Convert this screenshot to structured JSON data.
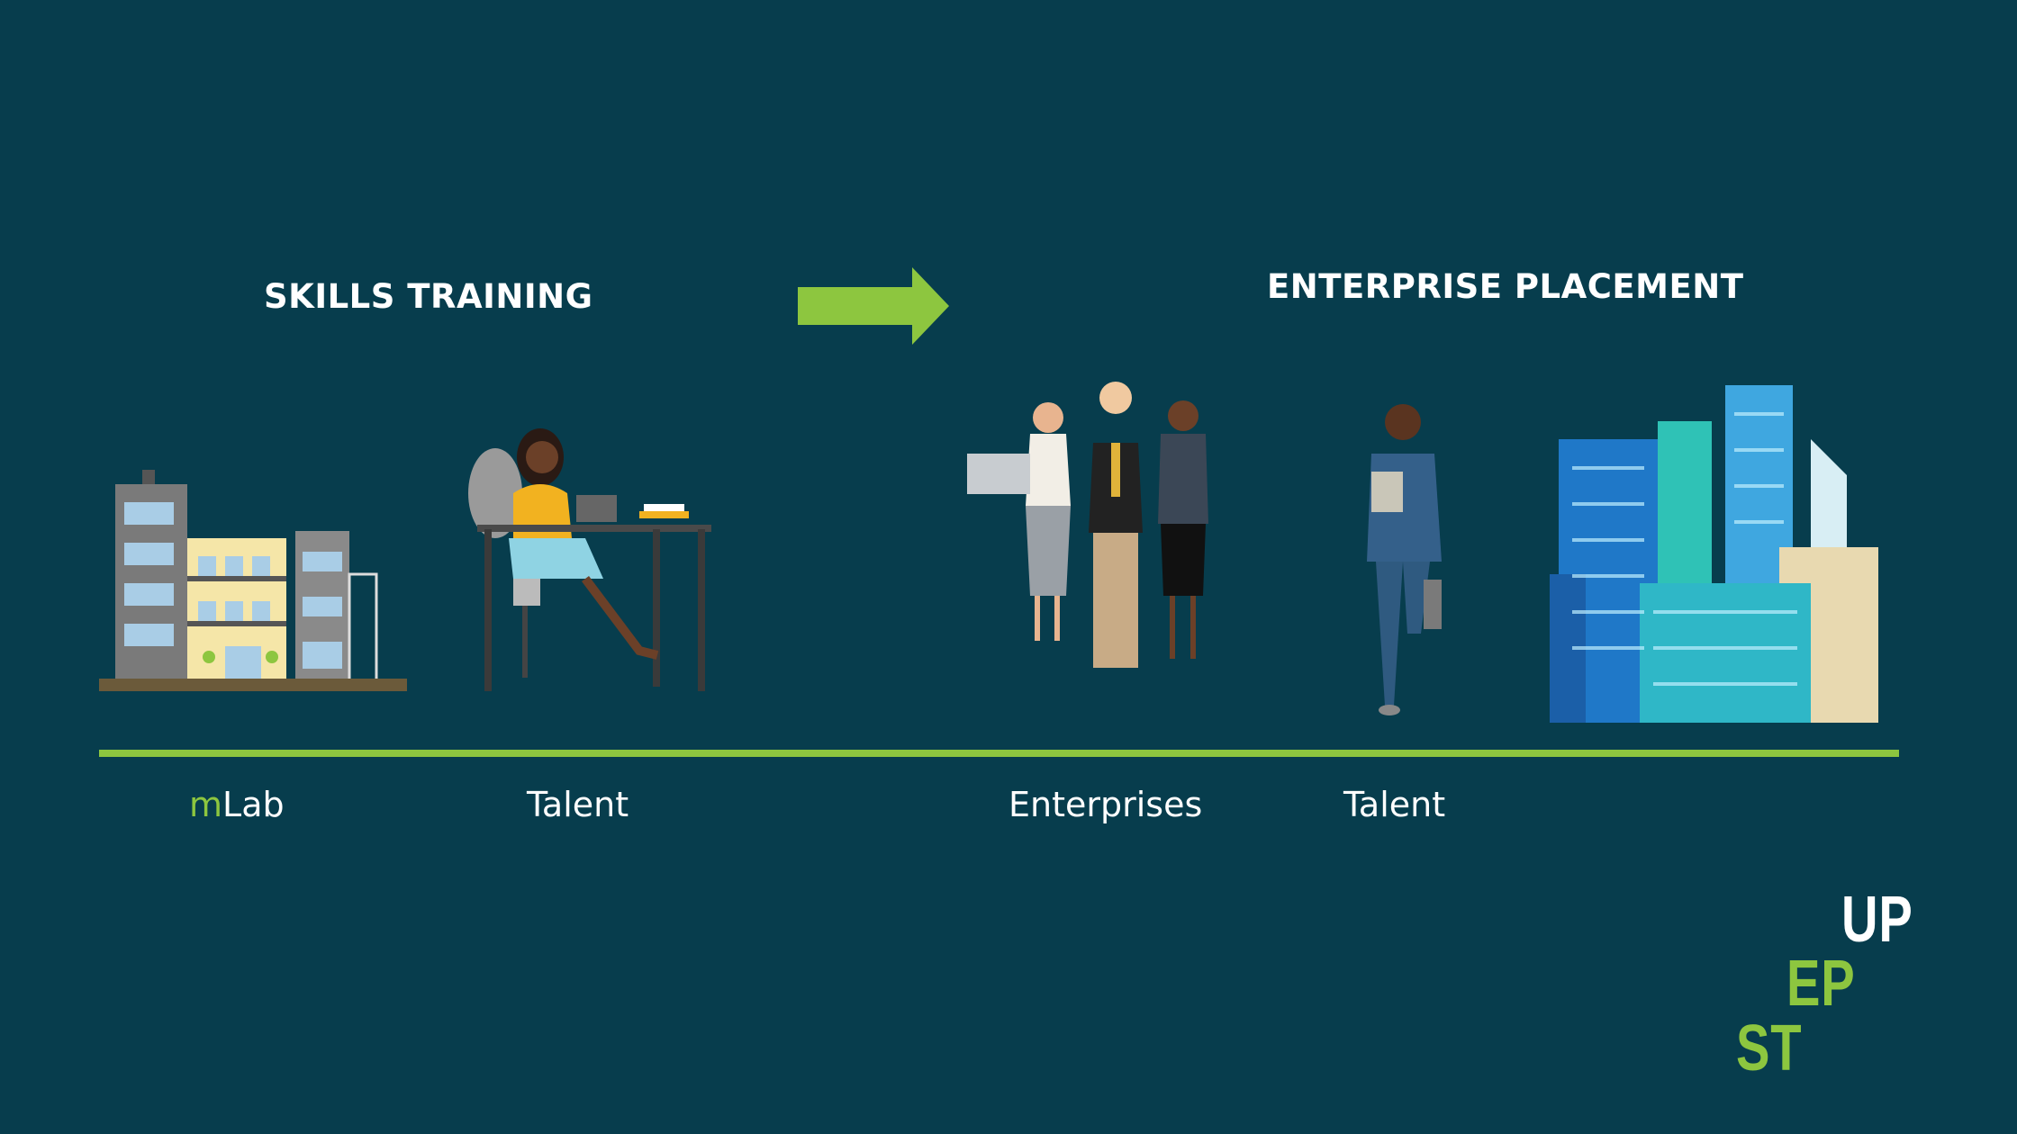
{
  "sections": {
    "left_heading": "SKILLS TRAINING",
    "right_heading": "ENTERPRISE PLACEMENT"
  },
  "labels": {
    "mlab_prefix": "m",
    "mlab_suffix": "Lab",
    "talent_left": "Talent",
    "enterprises": "Enterprises",
    "talent_right": "Talent"
  },
  "logo": {
    "line1": "UP",
    "line2": "EP",
    "line3": "ST"
  },
  "colors": {
    "background": "#073d4d",
    "accent": "#8dc63f",
    "text": "#ffffff"
  }
}
